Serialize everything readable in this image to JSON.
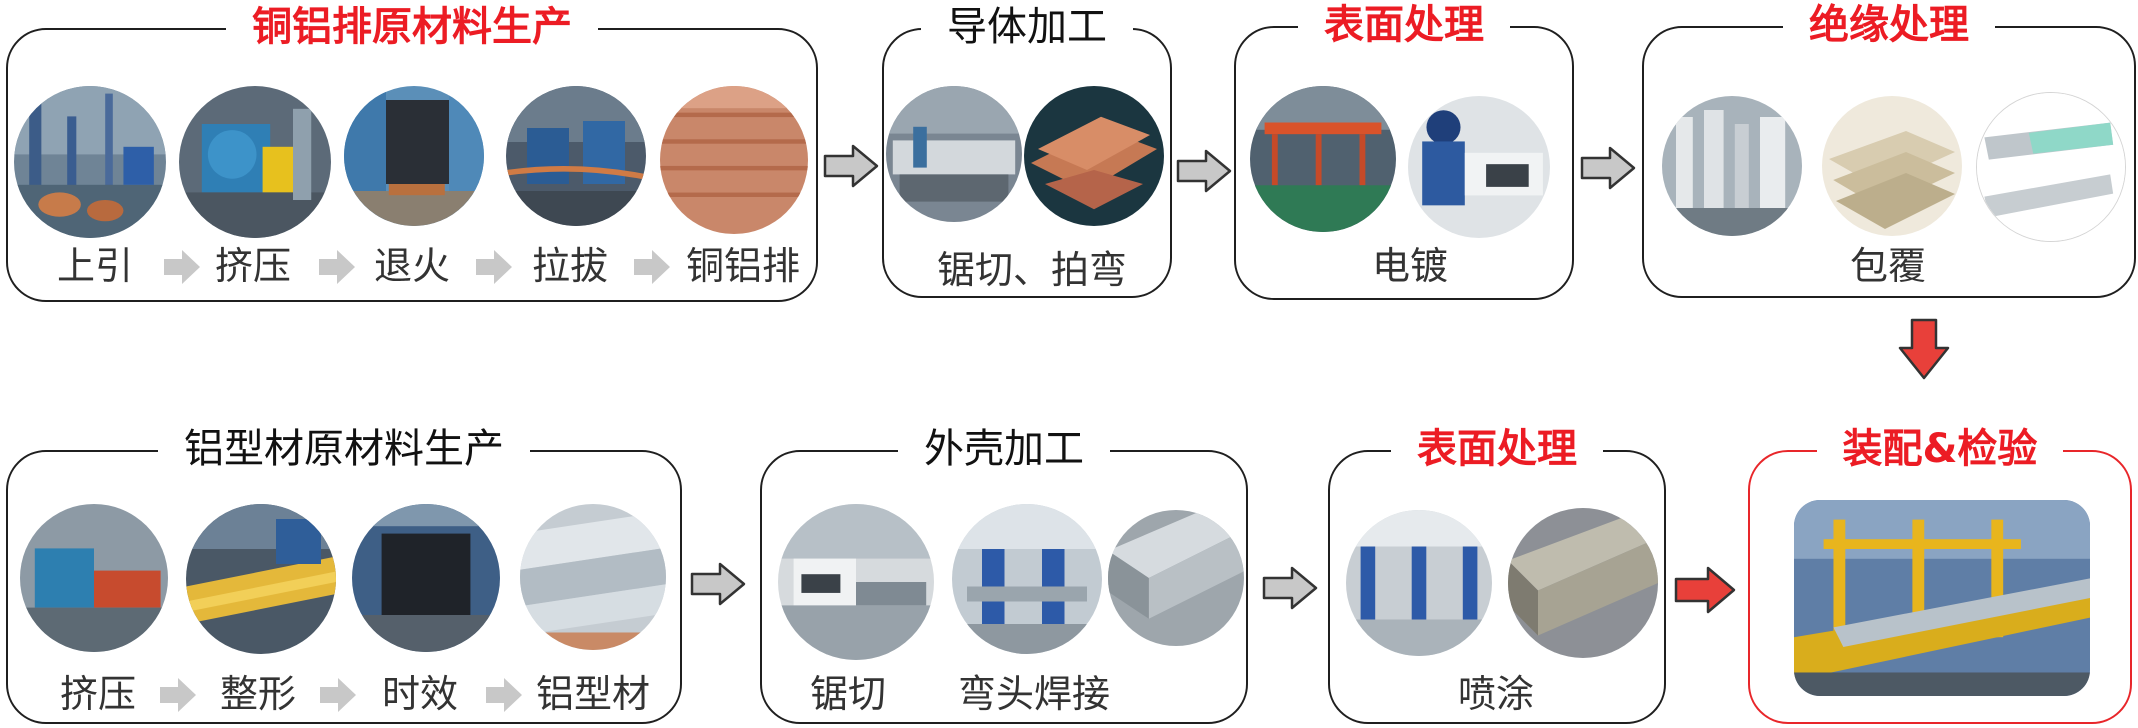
{
  "top_row": {
    "copper_bar_raw": {
      "title": "铜铝排原材料生产",
      "steps": [
        "上引",
        "挤压",
        "退火",
        "拉拔",
        "铜铝排"
      ]
    },
    "conductor_processing": {
      "title": "导体加工",
      "caption": "锯切、拍弯"
    },
    "surface_treatment": {
      "title": "表面处理",
      "caption": "电镀"
    },
    "insulation": {
      "title": "绝缘处理",
      "caption": "包覆"
    }
  },
  "bottom_row": {
    "aluminum_profile_raw": {
      "title": "铝型材原材料生产",
      "steps": [
        "挤压",
        "整形",
        "时效",
        "铝型材"
      ]
    },
    "housing_processing": {
      "title": "外壳加工",
      "captions": [
        "锯切",
        "弯头焊接"
      ]
    },
    "surface_treatment": {
      "title": "表面处理",
      "caption": "喷涂"
    },
    "assembly": {
      "title": "装配&检验"
    }
  },
  "colors": {
    "highlight_text": "#ec1c24",
    "normal_border": "#1f1f1f",
    "highlight_border": "#e8262a",
    "gray_arrow": "#c8c8c8",
    "red_arrow": "#e8403a"
  }
}
